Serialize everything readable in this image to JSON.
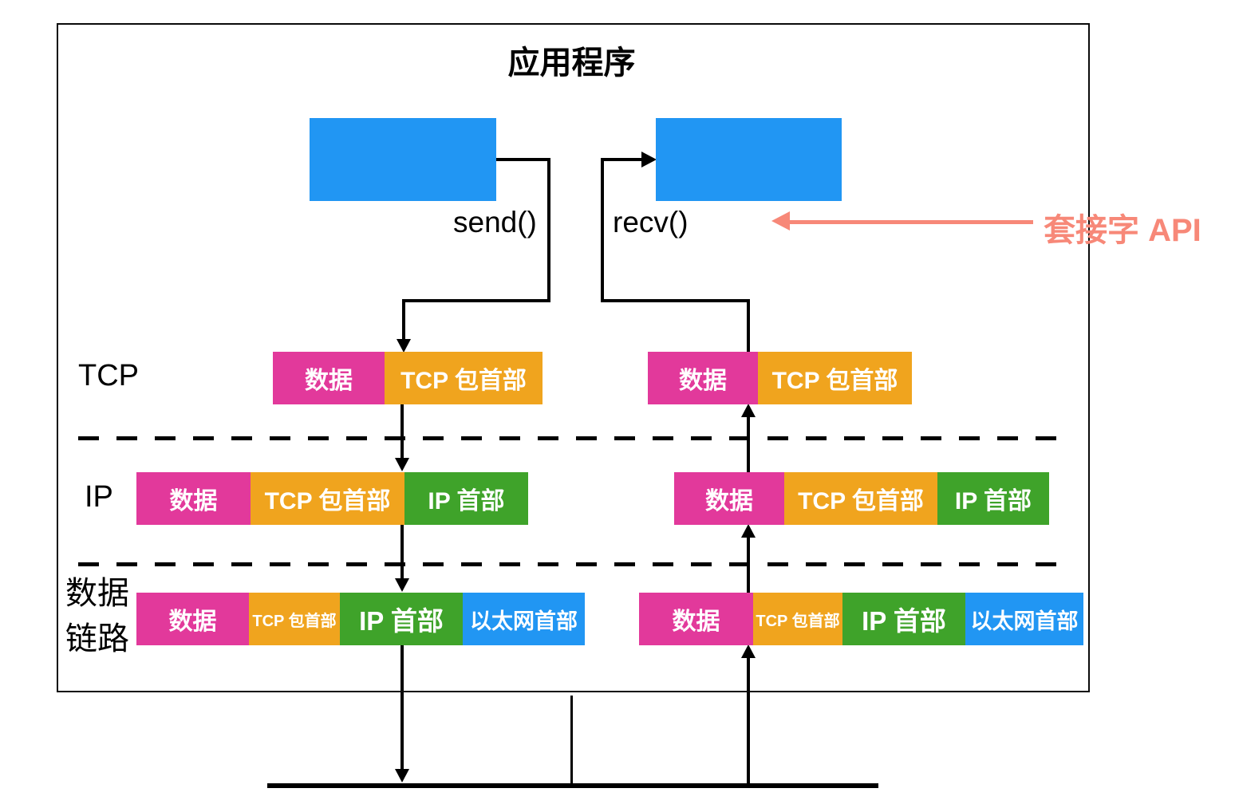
{
  "title": "应用程序",
  "labels": {
    "send": "send()",
    "recv": "recv()",
    "socket_api": "套接字 API",
    "layer_tcp": "TCP",
    "layer_ip": "IP",
    "layer_datalink_line1": "数据",
    "layer_datalink_line2": "链路"
  },
  "stacks": {
    "left": {
      "tcp": [
        "数据",
        "TCP 包首部"
      ],
      "ip": [
        "数据",
        "TCP 包首部",
        "IP 首部"
      ],
      "datalink": [
        "数据",
        "TCP 包首部",
        "IP 首部",
        "以太网首部"
      ]
    },
    "right": {
      "tcp": [
        "数据",
        "TCP 包首部"
      ],
      "ip": [
        "数据",
        "TCP 包首部",
        "IP 首部"
      ],
      "datalink": [
        "数据",
        "TCP 包首部",
        "IP 首部",
        "以太网首部"
      ]
    }
  },
  "colors": {
    "data_pink": "#E2399B",
    "tcp_header_orange": "#F0A41E",
    "ip_header_green": "#3FA32A",
    "ethernet_blue": "#2196F3",
    "socket_api_salmon": "#F78878"
  }
}
